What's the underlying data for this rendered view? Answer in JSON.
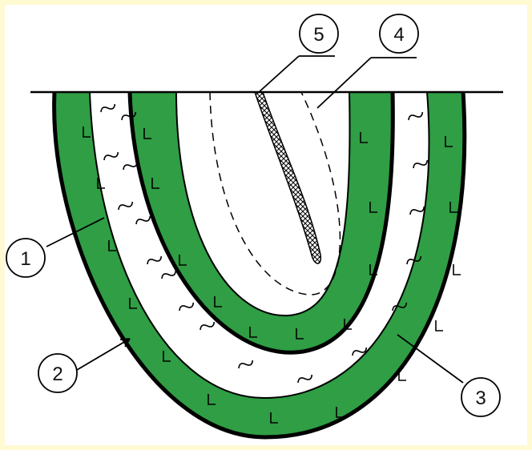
{
  "colors": {
    "frame": "#FFFAD2",
    "background": "#FFFFFF",
    "layer_fill": "#2F9E44",
    "outline": "#000000"
  },
  "callouts": [
    {
      "label": "1"
    },
    {
      "label": "2"
    },
    {
      "label": "3"
    },
    {
      "label": "4"
    },
    {
      "label": "5"
    }
  ]
}
